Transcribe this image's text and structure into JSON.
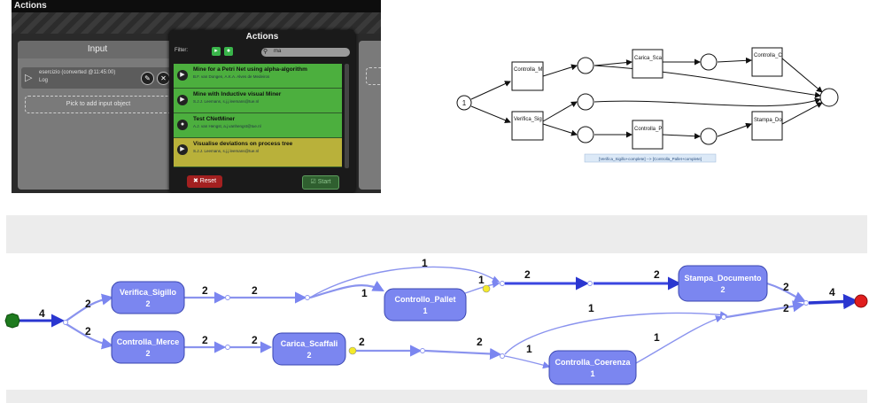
{
  "prom": {
    "window_title": "Actions",
    "input_panel": {
      "header": "Input",
      "item_line1": "esercizio (converted @11:45:00)",
      "item_line2": "Log",
      "drop_hint": "Pick to add input object"
    },
    "actions_panel": {
      "header": "Actions",
      "filter_label": "Filter:",
      "search_text": "ma",
      "items": [
        {
          "title": "Mine for a Petri Net using alpha-algorithm",
          "subtitle": "B.F. van Dongen, A.K.A. Alves de Medeiros",
          "color": "#4caf3e"
        },
        {
          "title": "Mine with Inductive visual Miner",
          "subtitle": "S.J.J. Leemans, s.j.j.leemans@tue.nl",
          "color": "#4caf3e"
        },
        {
          "title": "Test CNetMiner",
          "subtitle": "A.J. van Hengst, a.j.vanhengst@tue.nl",
          "color": "#4caf3e"
        },
        {
          "title": "Visualise deviations on process tree",
          "subtitle": "S.J.J. Leemans, s.j.j.leemans@tue.nl",
          "color": "#b9b13a"
        }
      ],
      "reset_label": "Reset",
      "start_label": "Start"
    }
  },
  "petri_net": {
    "start_token": "1",
    "transitions": [
      "Controlla_M",
      "Verifica_Sig",
      "Carica_Sca",
      "Controlla_P",
      "Controlla_C",
      "Stampa_Do"
    ],
    "tooltip": "[Verifica_Sigillo+complete] --> [Controlla_Pallet+complete]"
  },
  "dfg": {
    "activities": [
      {
        "name": "Verifica_Sigillo",
        "count": "2"
      },
      {
        "name": "Controlla_Merce",
        "count": "2"
      },
      {
        "name": "Carica_Scaffali",
        "count": "2"
      },
      {
        "name": "Controllo_Pallet",
        "count": "1"
      },
      {
        "name": "Stampa_Documento",
        "count": "2"
      },
      {
        "name": "Controlla_Coerenza",
        "count": "1"
      }
    ],
    "edge_labels": [
      "4",
      "2",
      "2",
      "2",
      "2",
      "2",
      "2",
      "2",
      "1",
      "1",
      "1",
      "2",
      "2",
      "2",
      "1",
      "1",
      "2",
      "2",
      "4"
    ],
    "colors": {
      "activity": "#7b86f0",
      "edge": "#8a93ee",
      "start": "#1e7a1e",
      "end": "#e01e1e",
      "marker": "#f4ea2a"
    }
  }
}
